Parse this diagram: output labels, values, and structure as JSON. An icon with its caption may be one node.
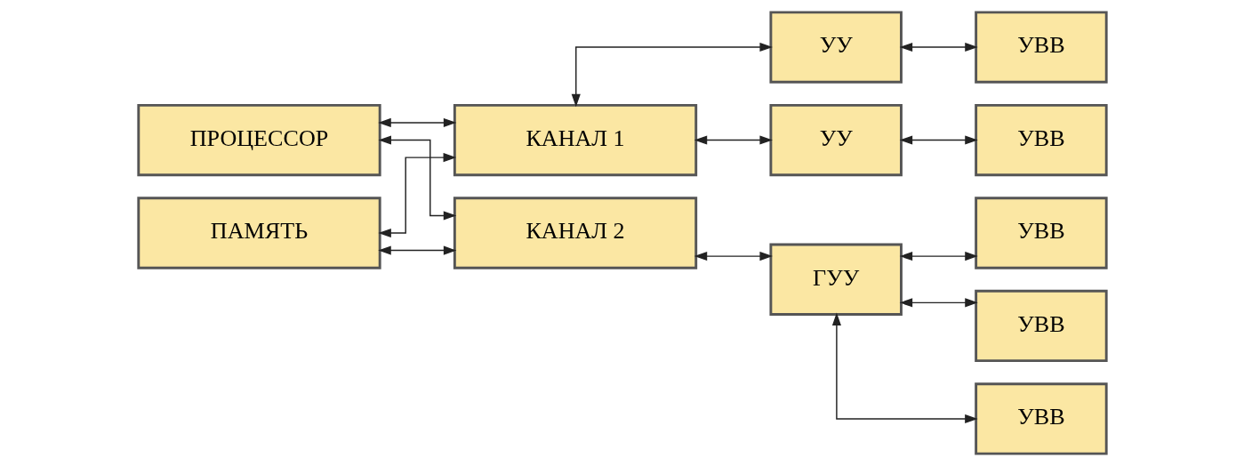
{
  "diagram": {
    "nodes": [
      {
        "text": [
          "ПРОЦЕССОР"
        ]
      },
      {
        "text": [
          "ПАМЯТЬ"
        ]
      },
      {
        "text": [
          "КАНАЛ 1"
        ]
      },
      {
        "text": [
          "КАНАЛ 2"
        ]
      },
      {
        "text": [
          "УУ"
        ]
      },
      {
        "text": [
          "УУ"
        ]
      },
      {
        "text": [
          "ГУУ"
        ]
      },
      {
        "text": [
          "УВВ"
        ]
      },
      {
        "text": [
          "УВВ"
        ]
      },
      {
        "text": [
          "УВВ"
        ]
      },
      {
        "text": [
          "УВВ"
        ]
      },
      {
        "text": [
          "УВВ"
        ]
      }
    ],
    "edges": [
      {
        "from": 0,
        "to": 2,
        "arrow": "both"
      },
      {
        "from": 1,
        "to": 2,
        "arrow": "both"
      },
      {
        "from": 0,
        "to": 3,
        "arrow": "both"
      },
      {
        "from": 1,
        "to": 3,
        "arrow": "both"
      },
      {
        "from": 2,
        "to": 4,
        "arrow": "both"
      },
      {
        "from": 2,
        "to": 5,
        "arrow": "both"
      },
      {
        "from": 3,
        "to": 6,
        "arrow": "both"
      },
      {
        "from": 4,
        "to": 7,
        "arrow": "both"
      },
      {
        "from": 5,
        "to": 8,
        "arrow": "both"
      },
      {
        "from": 6,
        "to": 9,
        "arrow": "both"
      },
      {
        "from": 6,
        "to": 10,
        "arrow": "both"
      },
      {
        "from": 6,
        "to": 11,
        "arrow": "both"
      }
    ]
  }
}
